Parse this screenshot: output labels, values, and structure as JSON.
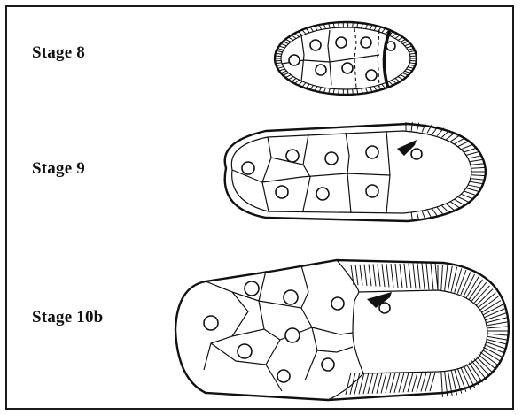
{
  "stages": [
    {
      "label": "Stage 8"
    },
    {
      "label": "Stage 9"
    },
    {
      "label": "Stage 10b"
    }
  ]
}
